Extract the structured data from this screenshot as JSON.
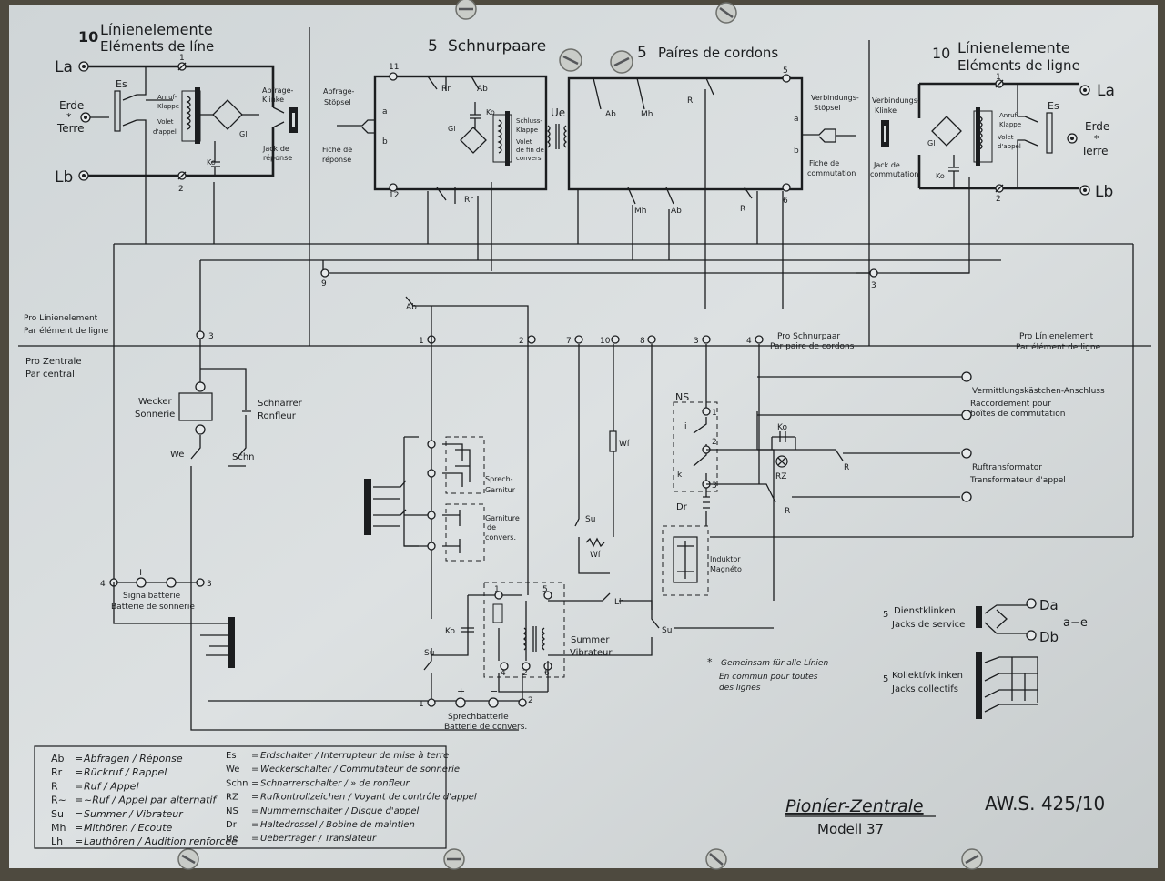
{
  "colors": {
    "panel": "#d7dcdd",
    "ink": "#1b1d1f",
    "background": "#4e4a3f"
  },
  "headers": {
    "left_count": "10",
    "left_de": "Línienelemente",
    "left_fr": "Eléments de líne",
    "mid_count": "5",
    "mid_de": "Schnurpaare",
    "mid_fr": "Paíres de cordons",
    "right_count": "10",
    "right_de": "Línienelemente",
    "right_fr": "Eléments de ligne"
  },
  "line_terminals": {
    "la": "La",
    "lb": "Lb",
    "erde": "Erde",
    "star": "*",
    "terre": "Terre"
  },
  "labels": {
    "es": "Es",
    "anruf": [
      "Anruf-",
      "Klappe",
      "Volet",
      "d'appel"
    ],
    "abfrage_klinke": [
      "Abfrage-",
      "Klinke"
    ],
    "jack_reponse": [
      "Jack de",
      "réponse"
    ],
    "gl": "Gl",
    "ko": "Ko",
    "abfrage_stoepsel": [
      "Abfrage-",
      "Stöpsel"
    ],
    "fiche_reponse": [
      "Fiche de",
      "réponse"
    ],
    "a": "a",
    "b": "b",
    "rr1": "Rr",
    "rr2": "Rr",
    "ab1": "Ab",
    "schluss": [
      "Schluss-",
      "Klappe",
      "Volet",
      "de fin de",
      "convers."
    ],
    "ue": "Ue",
    "mh1": "Mh",
    "r1": "R",
    "mh2": "Mh",
    "ab2": "Ab",
    "r2": "R",
    "verbindungs_stoepsel": [
      "Verbindungs-",
      "Stöpsel"
    ],
    "fiche_commutation": [
      "Fiche de",
      "commutation"
    ],
    "verbindungs_klinke": [
      "Verbindungs-",
      "Klinke"
    ],
    "jack_commutation": [
      "Jack de",
      "commutation"
    ],
    "pro_linie": [
      "Pro Línienelement",
      "Par élément de ligne"
    ],
    "pro_zentrale": [
      "Pro Zentrale",
      "Par central"
    ],
    "pro_schnurpaar": [
      "Pro Schnurpaar",
      "Par paire de cordons"
    ],
    "pro_linie_right": [
      "Pro Línienelement",
      "Par élément de ligne"
    ],
    "ab_ii": "Ab",
    "wecker": [
      "Wecker",
      "Sonnerie"
    ],
    "schnarrer": [
      "Schnarrer",
      "Ronfleur"
    ],
    "we": "We",
    "schn": "Schn",
    "sprech_garnitur": [
      "Sprech-",
      "Garnitur"
    ],
    "garniture": [
      "Garniture",
      "de",
      "convers."
    ],
    "wi1": "Wí",
    "wi2": "Wí",
    "su1": "Su",
    "ns": "NS",
    "ns_i": "i",
    "ns_k": "k",
    "ko1": "Ko",
    "rz": "RZ",
    "rtr1": "R",
    "rtr2": "R",
    "dr": "Dr",
    "induktor": [
      "Induktor",
      "Magnéto"
    ],
    "vermittlung": [
      "Vermittlungskästchen-Anschluss",
      "Raccordement pour",
      "boîtes de commutation"
    ],
    "ruftransformator": [
      "Ruftransformator",
      "Transformateur d'appel"
    ],
    "signalbatterie": [
      "Signalbatterie",
      "Batterie de sonnerie"
    ],
    "plus": "+",
    "minus": "−",
    "ko2": "Ko",
    "su2_left": "Su",
    "summer": [
      "Summer",
      "Vibrateur"
    ],
    "lh": "Lh",
    "su2_right": "Su",
    "sprechbatterie": [
      "Sprechbatterie",
      "Batterie de convers."
    ],
    "gemeinsam": [
      "Gemeinsam für alle Línien",
      "En commun pour toutes",
      "des lignes"
    ],
    "dienst": [
      "Dienstklinken",
      "Jacks de service"
    ],
    "dienst_count": "5",
    "da": "Da",
    "db": "Db",
    "ae": "a−e",
    "kollektiv": [
      "Kollektívklinken",
      "Jacks collectifs"
    ],
    "kollektiv_count": "5",
    "star": "*"
  },
  "terminals": {
    "t1_top": "1",
    "t2_bot": "2",
    "t11": "11",
    "t12": "12",
    "t5": "5",
    "t6": "6",
    "r1": "1",
    "r2": "2",
    "t9": "9",
    "t3_right": "3",
    "b1": "1",
    "b2": "2",
    "b7": "7",
    "b10": "10",
    "b8": "8",
    "b3": "3",
    "b4": "4",
    "left3": "3",
    "bat4": "4",
    "bat3": "3",
    "ns1": "1",
    "ns2": "2",
    "ns3": "3",
    "sm1": "1",
    "sm5": "5",
    "sm4": "4",
    "sm2": "2",
    "sm6": "6",
    "sm3": "3",
    "spb1": "1",
    "spb2": "2"
  },
  "legend_left": [
    {
      "code": "Ab",
      "text": "Abfragen / Réponse"
    },
    {
      "code": "Rr",
      "text": "Rückruf / Rappel"
    },
    {
      "code": "R",
      "text": "Ruf / Appel"
    },
    {
      "code": "R~",
      "text": "~Ruf / Appel par alternatif"
    },
    {
      "code": "Su",
      "text": "Summer / Vibrateur"
    },
    {
      "code": "Mh",
      "text": "Mithören / Ecoute"
    },
    {
      "code": "Lh",
      "text": "Lauthören / Audition renforcée"
    }
  ],
  "legend_right": [
    {
      "code": "Es",
      "text": "Erdschalter / Interrupteur de mise à terre"
    },
    {
      "code": "We",
      "text": "Weckerschalter / Commutateur de sonnerie"
    },
    {
      "code": "Schn",
      "text": "Schnarrerschalter /     »     de ronfleur"
    },
    {
      "code": "RZ",
      "text": "Rufkontrollzeichen / Voyant de contrôle d'appel"
    },
    {
      "code": "NS",
      "text": "Nummernschalter / Disque d'appel"
    },
    {
      "code": "Dr",
      "text": "Haltedrossel / Bobine de maintien"
    },
    {
      "code": "Ue",
      "text": "Uebertrager / Translateur"
    }
  ],
  "title": {
    "name": "Pioníer-Zentrale",
    "model": "Modell 37",
    "code": "AW.S. 425/10"
  }
}
